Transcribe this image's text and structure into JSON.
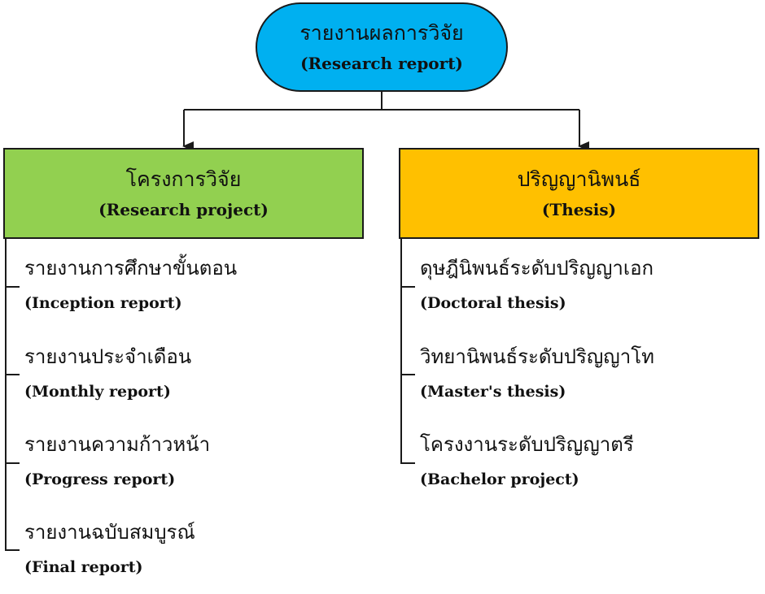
{
  "colors": {
    "root_fill": "#00b0f0",
    "project_fill": "#92d050",
    "thesis_fill": "#ffc000",
    "line": "#1a1a1a"
  },
  "root": {
    "title_th": "รายงานผลการวิจัย",
    "title_en": "(Research report)"
  },
  "branches": [
    {
      "title_th": "โครงการวิจัย",
      "title_en": "(Research project)",
      "items": [
        {
          "th": "รายงานการศึกษาขั้นตอน",
          "en": "(Inception report)"
        },
        {
          "th": "รายงานประจำเดือน",
          "en": "(Monthly report)"
        },
        {
          "th": "รายงานความก้าวหน้า",
          "en": "(Progress report)"
        },
        {
          "th": "รายงานฉบับสมบูรณ์",
          "en": "(Final report)"
        }
      ]
    },
    {
      "title_th": "ปริญญานิพนธ์",
      "title_en": "(Thesis)",
      "items": [
        {
          "th": "ดุษฎีนิพนธ์ระดับปริญญาเอก",
          "en": "(Doctoral thesis)"
        },
        {
          "th": "วิทยานิพนธ์ระดับปริญญาโท",
          "en": "(Master's thesis)"
        },
        {
          "th": "โครงงานระดับปริญญาตรี",
          "en": "(Bachelor project)"
        }
      ]
    }
  ]
}
